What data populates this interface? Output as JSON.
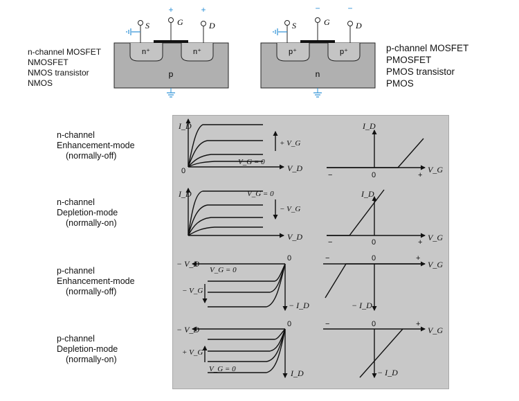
{
  "nmos": {
    "names": [
      "n-channel MOSFET",
      "NMOSFET",
      "NMOS transistor",
      "NMOS"
    ],
    "terminals": {
      "s": "S",
      "g": "G",
      "d": "D"
    },
    "source_region": "n⁺",
    "drain_region": "n⁺",
    "substrate": "p",
    "gate_polarity": "+",
    "drain_polarity": "+"
  },
  "pmos": {
    "names": [
      "p-channel MOSFET",
      "PMOSFET",
      "PMOS transistor",
      "PMOS"
    ],
    "terminals": {
      "s": "S",
      "g": "G",
      "d": "D"
    },
    "source_region": "p⁺",
    "drain_region": "p⁺",
    "substrate": "n",
    "gate_polarity": "−",
    "drain_polarity": "−"
  },
  "modes": [
    {
      "channel": "n-channel",
      "mode": "Enhancement-mode",
      "state": "(normally-off)"
    },
    {
      "channel": "n-channel",
      "mode": "Depletion-mode",
      "state": "(normally-on)"
    },
    {
      "channel": "p-channel",
      "mode": "Enhancement-mode",
      "state": "(normally-off)"
    },
    {
      "channel": "p-channel",
      "mode": "Depletion-mode",
      "state": "(normally-on)"
    }
  ],
  "plots": {
    "r1_output": {
      "y_axis": "I_D",
      "x_axis": "V_D",
      "origin": "0",
      "curve_label": "V_G = 0",
      "arrow_label": "+ V_G"
    },
    "r1_transfer": {
      "y_axis": "I_D",
      "x_axis": "V_G",
      "minus": "−",
      "origin": "0",
      "plus": "+"
    },
    "r2_output": {
      "y_axis": "I_D",
      "x_axis": "V_D",
      "curve_label": "V_G = 0",
      "arrow_label": "− V_G"
    },
    "r2_transfer": {
      "y_axis": "I_D",
      "x_axis": "V_G",
      "minus": "−",
      "origin": "0",
      "plus": "+"
    },
    "r3_output": {
      "x_axis": "− V_D",
      "y_axis": "− I_D",
      "origin": "0",
      "curve_label": "V_G = 0",
      "arrow_label": "− V_G"
    },
    "r3_transfer": {
      "x_axis": "V_G",
      "y_axis": "− I_D",
      "minus": "−",
      "origin": "0",
      "plus": "+"
    },
    "r4_output": {
      "x_axis": "− V_D",
      "y_axis": "I_D",
      "origin": "0",
      "curve_label": "V_G = 0",
      "arrow_label": "+ V_G"
    },
    "r4_transfer": {
      "x_axis": "V_G",
      "y_axis": "− I_D",
      "minus": "−",
      "origin": "0",
      "plus": "+"
    }
  },
  "colors": {
    "polarity": "#2a8fd6",
    "ground": "#2a8fd6",
    "panel": "#c8c8c8",
    "substrate": "#b0b0b0"
  }
}
